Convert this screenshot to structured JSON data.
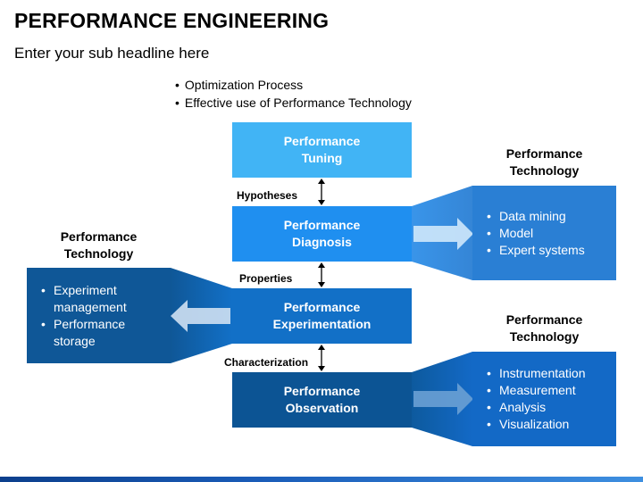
{
  "title": "PERFORMANCE ENGINEERING",
  "subtitle": "Enter your sub headline here",
  "top_bullets": [
    "Optimization Process",
    "Effective use of Performance Technology"
  ],
  "stages": {
    "tuning": {
      "line1": "Performance",
      "line2": "Tuning"
    },
    "diagnosis": {
      "line1": "Performance",
      "line2": "Diagnosis"
    },
    "experimentation": {
      "line1": "Performance",
      "line2": "Experimentation"
    },
    "observation": {
      "line1": "Performance",
      "line2": "Observation"
    }
  },
  "connectors": {
    "hypotheses": "Hypotheses",
    "properties": "Properties",
    "characterization": "Characterization"
  },
  "side_panels": {
    "right_top": {
      "line1": "Performance",
      "line2": "Technology",
      "items": [
        "Data mining",
        "Model",
        "Expert systems"
      ]
    },
    "left": {
      "line1": "Performance",
      "line2": "Technology",
      "items": [
        "Experiment management",
        "Performance storage"
      ]
    },
    "right_bottom": {
      "line1": "Performance",
      "line2": "Technology",
      "items": [
        "Instrumentation",
        "Measurement",
        "Analysis",
        "Visualization"
      ]
    }
  },
  "colors": {
    "tuning": "#41b4f5",
    "diagnosis": "#1f8ff0",
    "experimentation": "#1270c7",
    "observation": "#0c5494"
  }
}
